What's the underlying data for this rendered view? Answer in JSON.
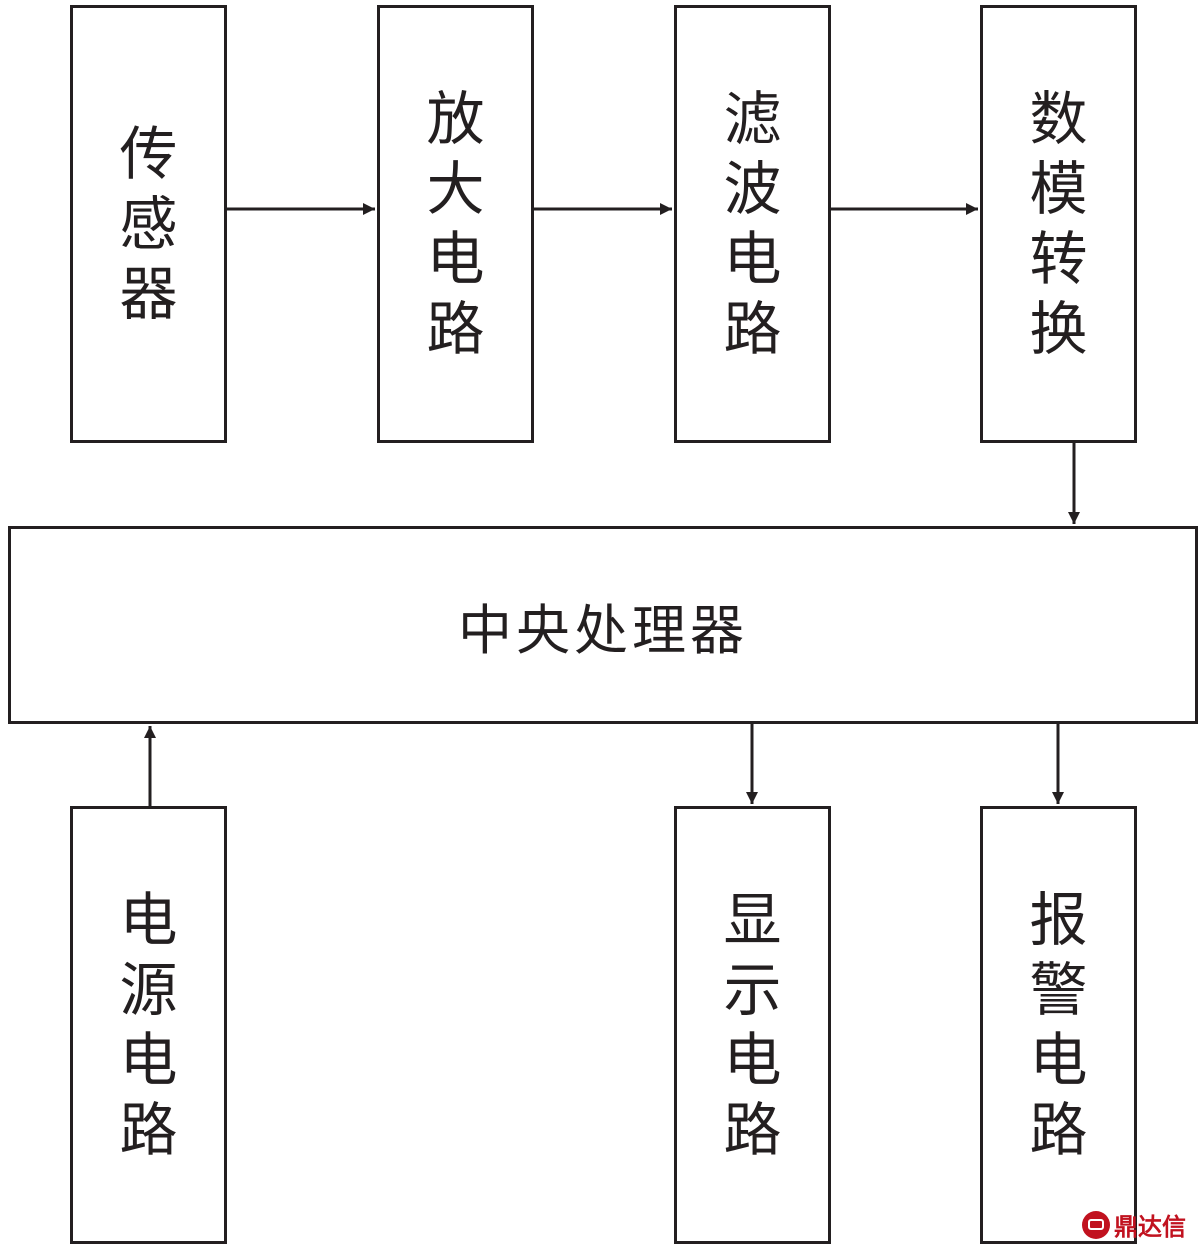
{
  "nodes": {
    "sensor": "传感器",
    "amplifier": "放大电路",
    "filter": "滤波电路",
    "adc": "数模转换",
    "cpu": "中央处理器",
    "power": "电源电路",
    "display": "显示电路",
    "alarm": "报警电路"
  },
  "edges": [
    {
      "from": "sensor",
      "to": "amplifier"
    },
    {
      "from": "amplifier",
      "to": "filter"
    },
    {
      "from": "filter",
      "to": "adc"
    },
    {
      "from": "adc",
      "to": "cpu"
    },
    {
      "from": "power",
      "to": "cpu"
    },
    {
      "from": "cpu",
      "to": "display"
    },
    {
      "from": "cpu",
      "to": "alarm"
    }
  ],
  "watermark": {
    "text": "鼎达信"
  },
  "colors": {
    "stroke": "#231f20",
    "watermark": "#c1121f"
  }
}
